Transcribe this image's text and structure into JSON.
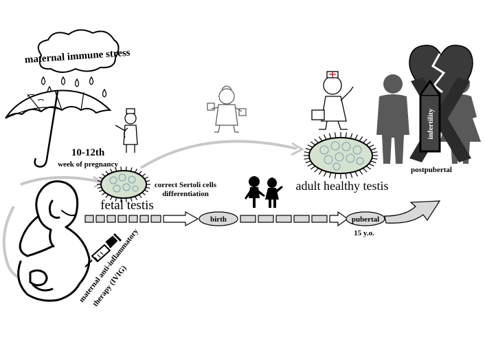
{
  "labels": {
    "cloud": "maternal immune stress",
    "week_number": "10-12th",
    "week_text": "week of pregnancy",
    "sertoli_line1": "correct Sertoli cells",
    "sertoli_line2": "differentiation",
    "fetal_testis": "fetal testis",
    "birth": "birth",
    "adult_testis": "adult healthy testis",
    "pubertal": "pubertal",
    "age": "15 y.o.",
    "postpubertal": "postpubertal",
    "infertility": "infertility",
    "therapy_line1": "maternal anti-inflammatory",
    "therapy_line2": "therapy (IVIG)"
  },
  "icons": [
    "umbrella-icon",
    "rain-cloud-icon",
    "doctor-icon",
    "testis-cell-icon",
    "children-icon",
    "couple-icon",
    "broken-heart-icon",
    "syringe-icon",
    "pregnant-woman-icon"
  ],
  "colors": {
    "ink": "#000000",
    "gray_arrow": "#c8c8c8",
    "gray_figure": "#595959",
    "dark_figure": "#2b2b2b",
    "cell_fill": "#d4e2cf",
    "label_ellipse": "#d9d9d9"
  }
}
